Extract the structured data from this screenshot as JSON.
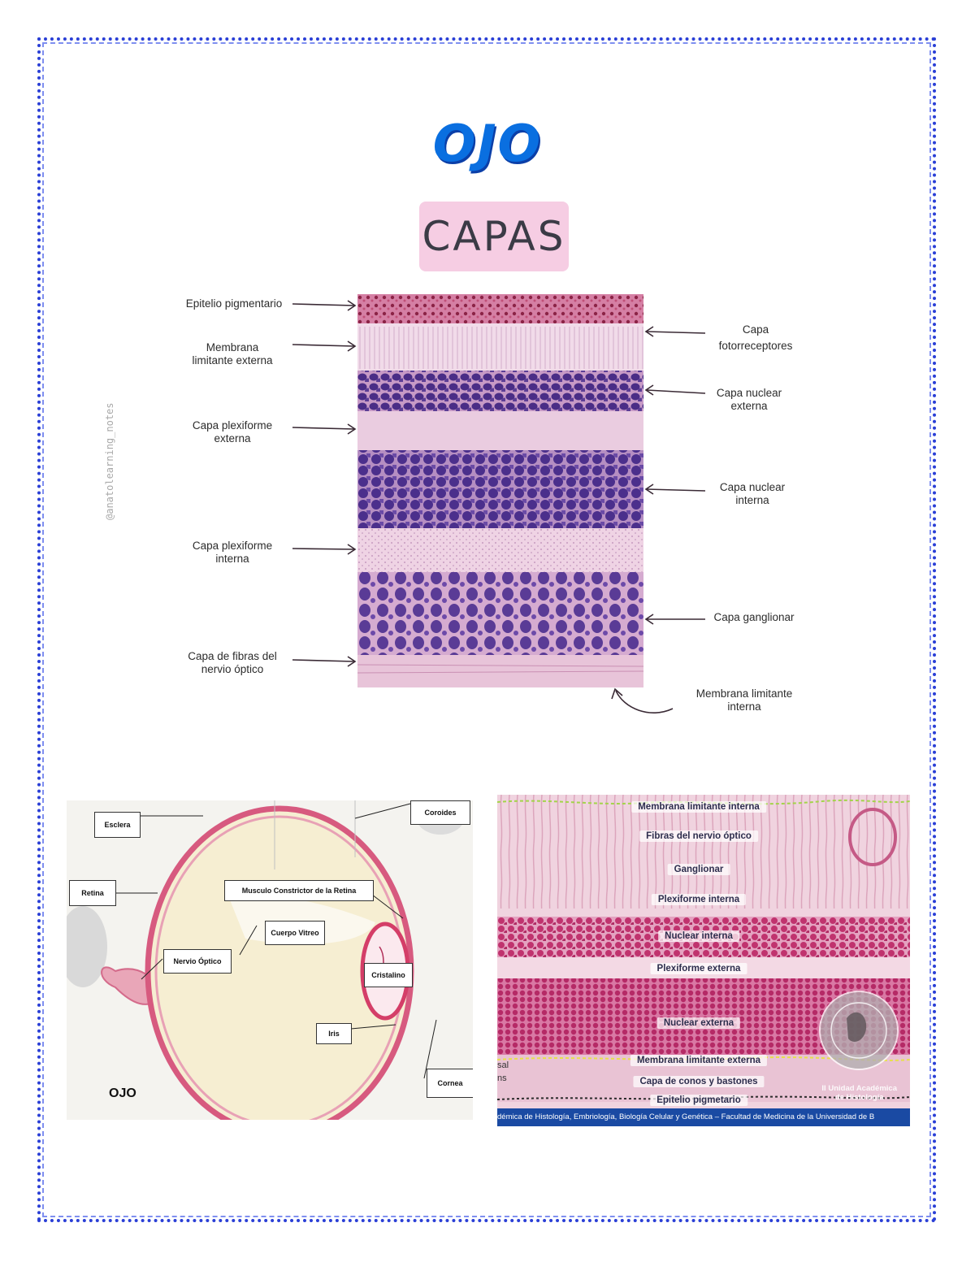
{
  "title": "OJO",
  "subtitle": "CAPAS",
  "watermark": "@anatolearning_notes",
  "retina_diagram": {
    "left_labels": {
      "epitelio": "Epitelio pigmentario",
      "mle_1": "Membrana",
      "mle_2": "limitante externa",
      "cpe_1": "Capa plexiforme",
      "cpe_2": "externa",
      "cpi_1": "Capa plexiforme",
      "cpi_2": "interna",
      "cfn_1": "Capa  de fibras del",
      "cfn_2": "nervio óptico"
    },
    "right_labels": {
      "foto_1": "Capa",
      "foto_2": "fotorreceptores",
      "cne_1": "Capa nuclear",
      "cne_2": "externa",
      "cni_1": "Capa nuclear",
      "cni_2": "interna",
      "gang": "Capa ganglionar",
      "mli_1": "Membrana limitante",
      "mli_2": "interna"
    }
  },
  "eye_section": {
    "caption": "OJO",
    "labels": {
      "esclera": "Esclera",
      "coroides": "Coroides",
      "retina": "Retina",
      "musculo": "Musculo Constrictor de la Retina",
      "vitreo": "Cuerpo Vitreo",
      "nervio": "Nervio Óptico",
      "cristalino": "Cristalino",
      "iris": "Iris",
      "cornea": "Cornea"
    }
  },
  "retina_photo": {
    "labels": {
      "mli": "Membrana limitante interna",
      "fibras": "Fibras del nervio óptico",
      "ganglionar": "Ganglionar",
      "plex_int": "Plexiforme interna",
      "nuc_int": "Nuclear interna",
      "plex_ext": "Plexiforme externa",
      "nuc_ext": "Nuclear externa",
      "mle": "Membrana limitante externa",
      "conos": "Capa de conos y bastones",
      "epitelio": "Epitelio pigmetario"
    },
    "cut_text_1": "sal",
    "cut_text_2": "ns",
    "seal_1": "II Unidad Académica",
    "seal_2": "de Histología",
    "footer": "démica de Histología, Embriología, Biología Celular y Genética – Facultad de Medicina de la Universidad de B"
  },
  "colors": {
    "title": "#0a6fe0",
    "capas_bg": "#f6cde3",
    "border": "#2a3fd6",
    "nuclei": "#4a2d86",
    "stain": "#e39cc0"
  }
}
